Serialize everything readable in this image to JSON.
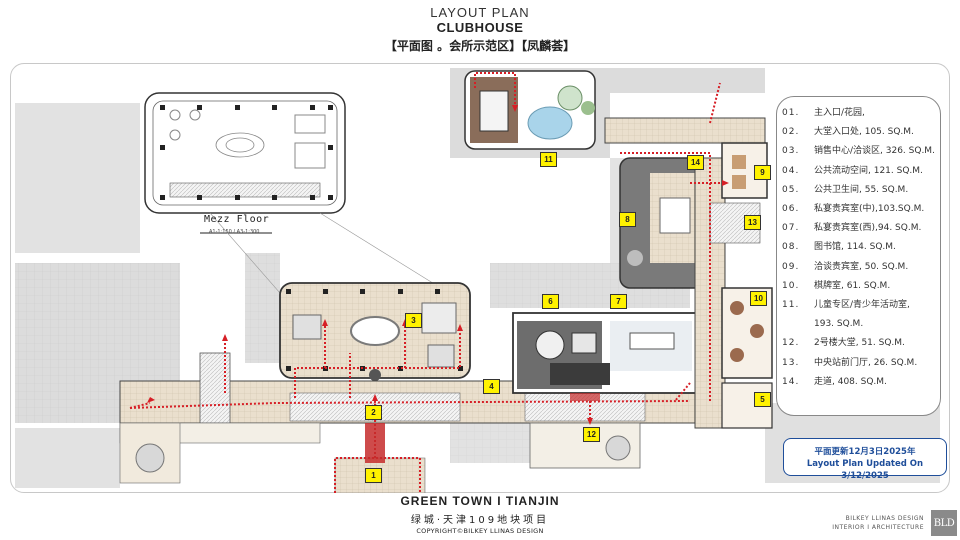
{
  "header": {
    "layout_plan": "LAYOUT PLAN",
    "clubhouse": "CLUBHOUSE",
    "subtitle": "【平面图 。会所示范区】【凤麟荟】"
  },
  "mezz": {
    "title": "Mezz Floor",
    "scale": "A1-1:150 / A3-1:300"
  },
  "zones": [
    "1",
    "2",
    "3",
    "4",
    "5",
    "6",
    "7",
    "8",
    "9",
    "10",
    "11",
    "12",
    "13",
    "14"
  ],
  "legend": [
    {
      "num": "01.",
      "text": "主入口/花园,"
    },
    {
      "num": "02.",
      "text": "大堂入口处, 105. SQ.M."
    },
    {
      "num": "03.",
      "text": "销售中心/洽谈区, 326. SQ.M."
    },
    {
      "num": "04.",
      "text": "公共流动空间, 121. SQ.M."
    },
    {
      "num": "05.",
      "text": "公共卫生间, 55. SQ.M."
    },
    {
      "num": "06.",
      "text": "私宴贵宾室(中),103.SQ.M."
    },
    {
      "num": "07.",
      "text": "私宴贵宾室(西),94. SQ.M."
    },
    {
      "num": "08.",
      "text": "图书馆, 114. SQ.M."
    },
    {
      "num": "09.",
      "text": "洽谈贵宾室, 50. SQ.M."
    },
    {
      "num": "10.",
      "text": "棋牌室, 61. SQ.M."
    },
    {
      "num": "11.",
      "text": "儿童专区/青少年活动室,",
      "cont": "193. SQ.M."
    },
    {
      "num": "12.",
      "text": "2号楼大堂, 51. SQ.M."
    },
    {
      "num": "13.",
      "text": "中央站前门厅, 26. SQ.M."
    },
    {
      "num": "14.",
      "text": "走道, 408. SQ.M."
    }
  ],
  "update": {
    "line1": "平面更新12月3日2025年",
    "line2": "Layout Plan Updated On 3/12/2025"
  },
  "footer": {
    "line1": "GREEN TOWN   I   TIANJIN",
    "line2": "绿城·天津109地块项目",
    "line3": "COPYRIGHT©BILKEY LLINAS DESIGN"
  },
  "brand": {
    "line1": "BILKEY LLINAS DESIGN",
    "line2": "INTERIOR  I  ARCHITECTURE",
    "logo": "BLD"
  },
  "colors": {
    "tag": "#fff200",
    "route": "#d61f26",
    "wall": "#333333",
    "floor_tan": "#e9dcc8",
    "garden_grey": "#cfcfcf",
    "accent_blue": "#1f4e9a"
  }
}
